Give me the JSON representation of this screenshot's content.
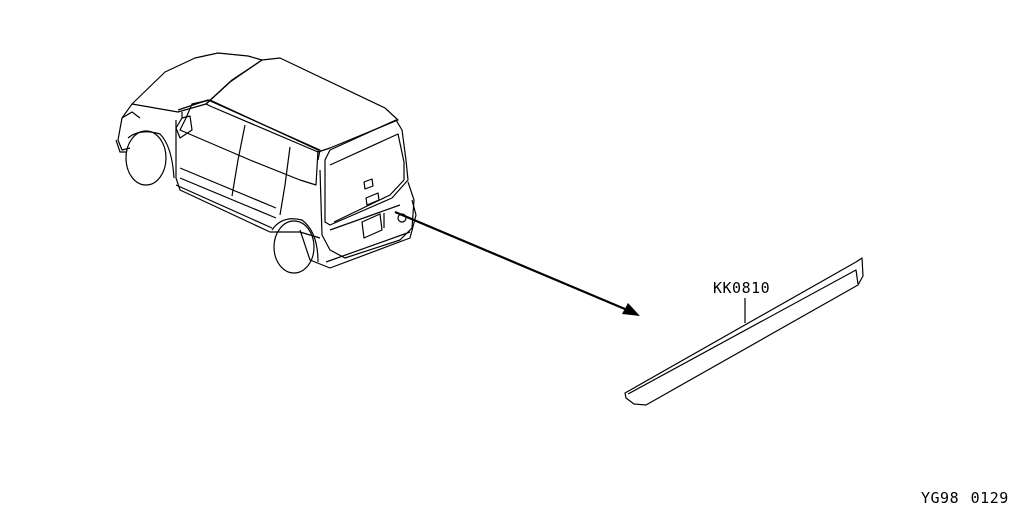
{
  "diagram": {
    "part_number": "KK0810",
    "reference_code": "YG98 0129",
    "line_color": "#000000",
    "background": "#ffffff",
    "elements": [
      {
        "name": "vehicle",
        "description": "rear three-quarter view of compact box-shaped car"
      },
      {
        "name": "arrow",
        "from": "rear bumper",
        "to": "bumper protector strip"
      },
      {
        "name": "part",
        "description": "rear bumper step protector strip",
        "label": "KK0810"
      }
    ]
  }
}
